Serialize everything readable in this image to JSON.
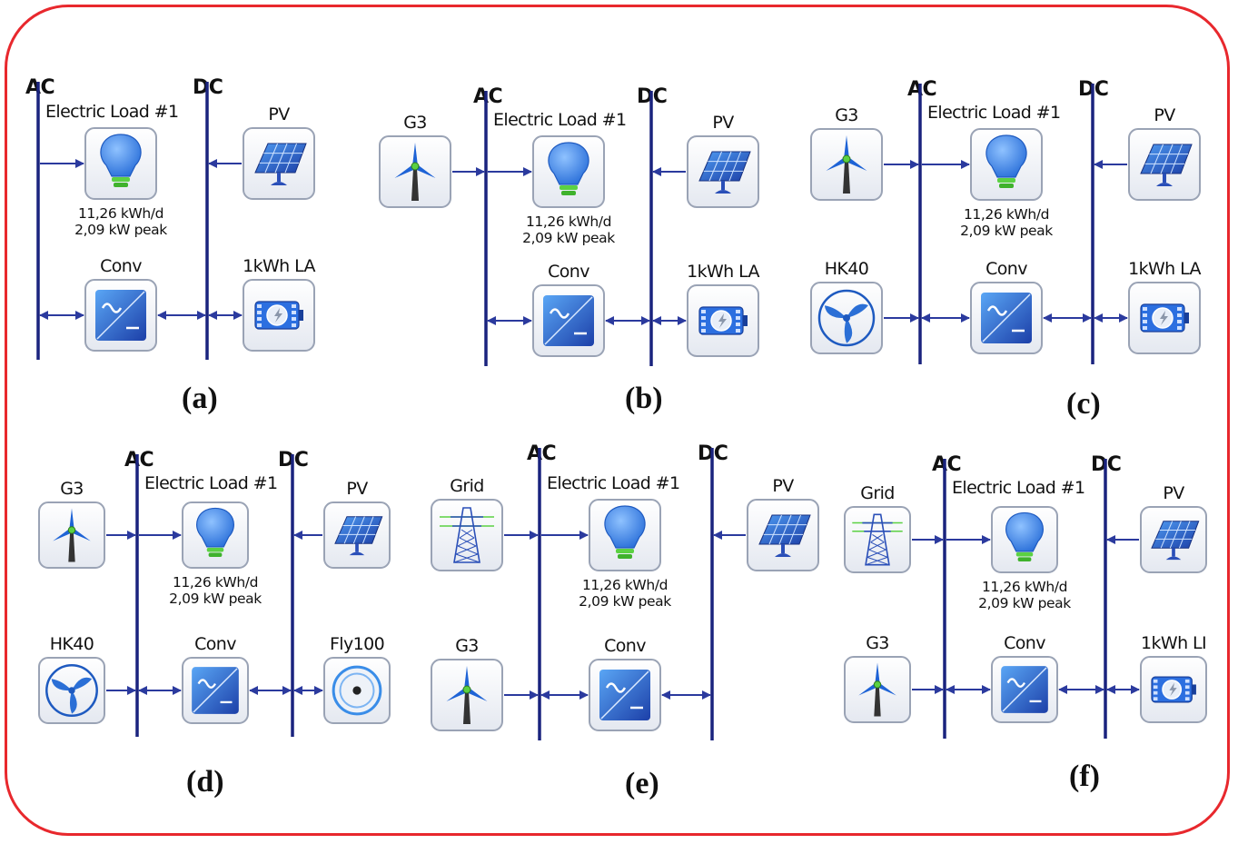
{
  "colors": {
    "border": "#e8282d",
    "bus_line": "#1a237e",
    "arrow": "#2b3a9e",
    "tile_edge": "#9aa3b5",
    "icon_blue": "#2b6fd6",
    "bulb_blue": "#3f8cf0",
    "bulb_base": "#5bd142"
  },
  "panels": [
    {
      "id": "a",
      "caption": "(a)",
      "ac_label": "AC",
      "dc_label": "DC",
      "load_label": "Electric Load #1",
      "load_energy": "11,26 kWh/d",
      "load_peak": "2,09 kW peak",
      "conv_label": "Conv",
      "pv_label": "PV",
      "ac_sources": [],
      "storage": {
        "label": "1kWh LA",
        "icon": "battery-icon"
      }
    },
    {
      "id": "b",
      "caption": "(b)",
      "ac_label": "AC",
      "dc_label": "DC",
      "load_label": "Electric Load #1",
      "load_energy": "11,26 kWh/d",
      "load_peak": "2,09 kW peak",
      "conv_label": "Conv",
      "pv_label": "PV",
      "ac_sources": [
        {
          "label": "G3",
          "icon": "wind-turbine-icon"
        }
      ],
      "storage": {
        "label": "1kWh LA",
        "icon": "battery-icon"
      }
    },
    {
      "id": "c",
      "caption": "(c)",
      "ac_label": "AC",
      "dc_label": "DC",
      "load_label": "Electric Load #1",
      "load_energy": "11,26 kWh/d",
      "load_peak": "2,09 kW peak",
      "conv_label": "Conv",
      "pv_label": "PV",
      "ac_sources": [
        {
          "label": "G3",
          "icon": "wind-turbine-icon"
        },
        {
          "label": "HK40",
          "icon": "hydro-turbine-icon"
        }
      ],
      "storage": {
        "label": "1kWh LA",
        "icon": "battery-icon"
      }
    },
    {
      "id": "d",
      "caption": "(d)",
      "ac_label": "AC",
      "dc_label": "DC",
      "load_label": "Electric Load #1",
      "load_energy": "11,26 kWh/d",
      "load_peak": "2,09 kW peak",
      "conv_label": "Conv",
      "pv_label": "PV",
      "ac_sources": [
        {
          "label": "G3",
          "icon": "wind-turbine-icon"
        },
        {
          "label": "HK40",
          "icon": "hydro-turbine-icon"
        }
      ],
      "storage": {
        "label": "Fly100",
        "icon": "flywheel-icon"
      }
    },
    {
      "id": "e",
      "caption": "(e)",
      "ac_label": "AC",
      "dc_label": "DC",
      "load_label": "Electric Load #1",
      "load_energy": "11,26 kWh/d",
      "load_peak": "2,09 kW peak",
      "conv_label": "Conv",
      "pv_label": "PV",
      "ac_sources": [
        {
          "label": "Grid",
          "icon": "grid-tower-icon"
        },
        {
          "label": "G3",
          "icon": "wind-turbine-icon"
        }
      ],
      "storage": null
    },
    {
      "id": "f",
      "caption": "(f)",
      "ac_label": "AC",
      "dc_label": "DC",
      "load_label": "Electric Load #1",
      "load_energy": "11,26 kWh/d",
      "load_peak": "2,09 kW peak",
      "conv_label": "Conv",
      "pv_label": "PV",
      "ac_sources": [
        {
          "label": "Grid",
          "icon": "grid-tower-icon"
        },
        {
          "label": "G3",
          "icon": "wind-turbine-icon"
        }
      ],
      "storage": {
        "label": "1kWh LI",
        "icon": "battery-icon"
      }
    }
  ]
}
